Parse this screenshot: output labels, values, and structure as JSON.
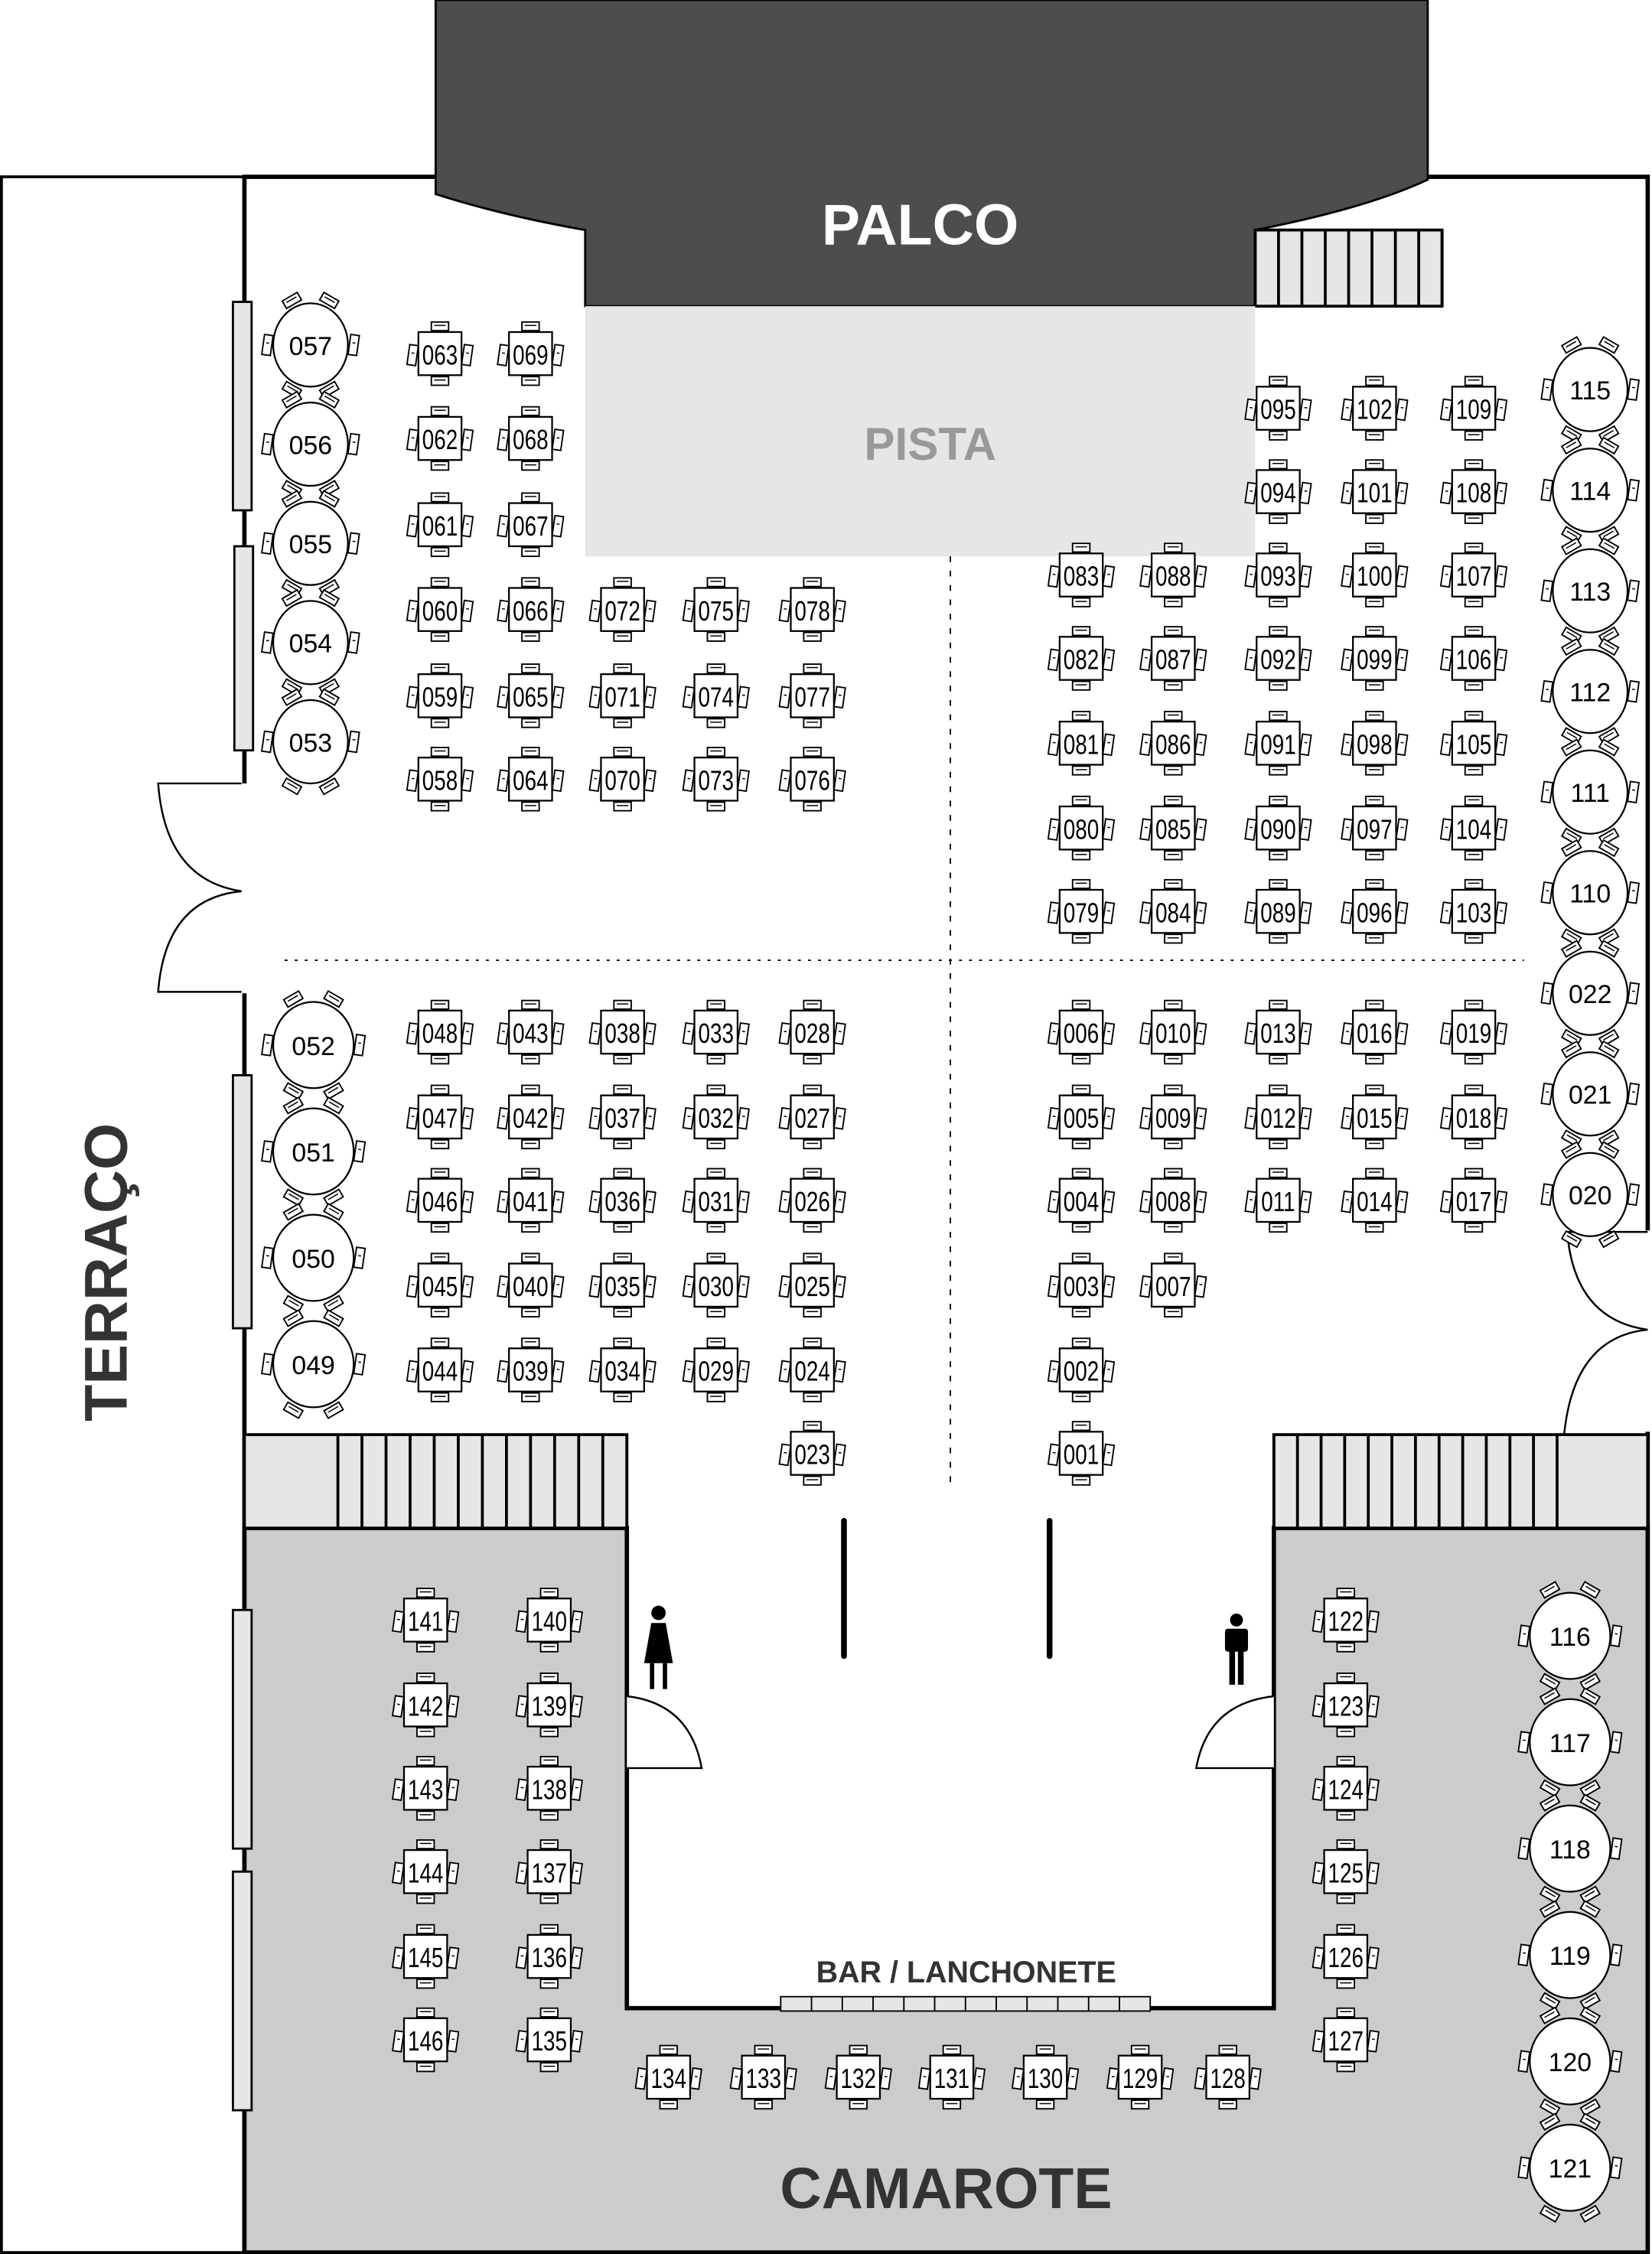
{
  "title": "Mapa de Mesas",
  "areas": {
    "stage": "PALCO",
    "dance_floor": "PISTA",
    "terrace": "TERRAÇO",
    "box": "CAMAROTE",
    "bar": "BAR / LANCHONETE"
  },
  "restrooms": {
    "female": "female-restroom",
    "male": "male-restroom"
  },
  "colors": {
    "stage": "#4d4d4d",
    "dance_floor": "#e6e6e6",
    "dance_floor_text": "#999999",
    "box_area": "#cccccc",
    "stairs": "#e6e6e6",
    "label_dark": "#333333",
    "wall": "#000000"
  },
  "tables": {
    "hall_upper_left_round": [
      "057",
      "056",
      "055",
      "054",
      "053"
    ],
    "hall_upper_left_square": [
      [
        "063",
        "069"
      ],
      [
        "062",
        "068"
      ],
      [
        "061",
        "067"
      ],
      [
        "060",
        "066",
        "072",
        "075",
        "078"
      ],
      [
        "059",
        "065",
        "071",
        "074",
        "077"
      ],
      [
        "058",
        "064",
        "070",
        "073",
        "076"
      ]
    ],
    "hall_upper_right_square": [
      [
        "095",
        "102",
        "109"
      ],
      [
        "094",
        "101",
        "108"
      ],
      [
        "083",
        "088",
        "093",
        "100",
        "107"
      ],
      [
        "082",
        "087",
        "092",
        "099",
        "106"
      ],
      [
        "081",
        "086",
        "091",
        "098",
        "105"
      ],
      [
        "080",
        "085",
        "090",
        "097",
        "104"
      ],
      [
        "079",
        "084",
        "089",
        "096",
        "103"
      ]
    ],
    "hall_right_round": [
      "115",
      "114",
      "113",
      "112",
      "111",
      "110",
      "022",
      "021",
      "020"
    ],
    "hall_lower_left_round": [
      "052",
      "051",
      "050",
      "049"
    ],
    "hall_lower_left_square": [
      [
        "048",
        "043",
        "038",
        "033",
        "028"
      ],
      [
        "047",
        "042",
        "037",
        "032",
        "027"
      ],
      [
        "046",
        "041",
        "036",
        "031",
        "026"
      ],
      [
        "045",
        "040",
        "035",
        "030",
        "025"
      ],
      [
        "044",
        "039",
        "034",
        "029",
        "024"
      ],
      [
        "023"
      ]
    ],
    "hall_lower_right_square": [
      [
        "006",
        "010",
        "013",
        "016",
        "019"
      ],
      [
        "005",
        "009",
        "012",
        "015",
        "018"
      ],
      [
        "004",
        "008",
        "011",
        "014",
        "017"
      ],
      [
        "003",
        "007"
      ],
      [
        "002"
      ],
      [
        "001"
      ]
    ],
    "box_left_square": [
      [
        "141",
        "140"
      ],
      [
        "142",
        "139"
      ],
      [
        "143",
        "138"
      ],
      [
        "144",
        "137"
      ],
      [
        "145",
        "136"
      ],
      [
        "146",
        "135"
      ]
    ],
    "box_bottom_square": [
      "134",
      "133",
      "132",
      "131",
      "130",
      "129",
      "128"
    ],
    "box_right_square": [
      "122",
      "123",
      "124",
      "125",
      "126",
      "127"
    ],
    "box_right_round": [
      "116",
      "117",
      "118",
      "119",
      "120",
      "121"
    ]
  }
}
